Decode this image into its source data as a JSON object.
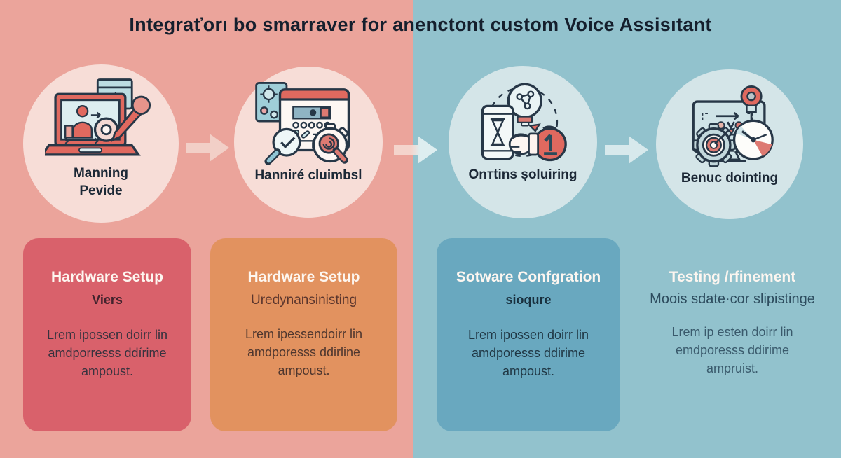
{
  "title": "Integraťorı bo smarraver for anenctont custom Voice Assisıtant",
  "palette": {
    "bg_left": "#eba49b",
    "bg_right": "#92c2cd",
    "circle_pink": "#f7ddd7",
    "circle_blue": "#d4e5e8",
    "arrow_pink": "#f2cfc7",
    "arrow_blue": "#d7e9ec",
    "card1_bg": "#d9616b",
    "card2_bg": "#e2925f",
    "card3_bg": "#69a8bf",
    "outline_dark": "#273747",
    "accent_red": "#e0695f"
  },
  "steps": [
    {
      "label": "Manning\nPevide",
      "icon": "laptop-user-research-icon"
    },
    {
      "label": "Hanniré cluimbsl",
      "icon": "browser-gear-magnifier-icon"
    },
    {
      "label": "Onтtins şoluiring",
      "icon": "phone-idea-glove-icon"
    },
    {
      "label": "Benuc dointing",
      "icon": "gear-monitor-gauge-icon"
    }
  ],
  "cards": [
    {
      "title": "Hardware Setup",
      "subtitle": "Viers",
      "body": "Lrem ipossen doirr lin\namdporresss ddírime\nampoust."
    },
    {
      "title": "Hardware Setup",
      "subtitle": "Uredynansinisting",
      "body": "Lrem ipessendoirr lin\namdporesss ddirline\nampoust."
    },
    {
      "title": "Sotware Confgration",
      "subtitle": "sioqure",
      "body": "Lrem ipossen doirr lin\namdporesss ddirime\nampoust."
    },
    {
      "title": "Testing /rfinement",
      "subtitle": "Moois sdate·cor slipistinge",
      "body": "Lrem ip esten doirr lin\nemdporesss ddirime\nampruist."
    }
  ]
}
